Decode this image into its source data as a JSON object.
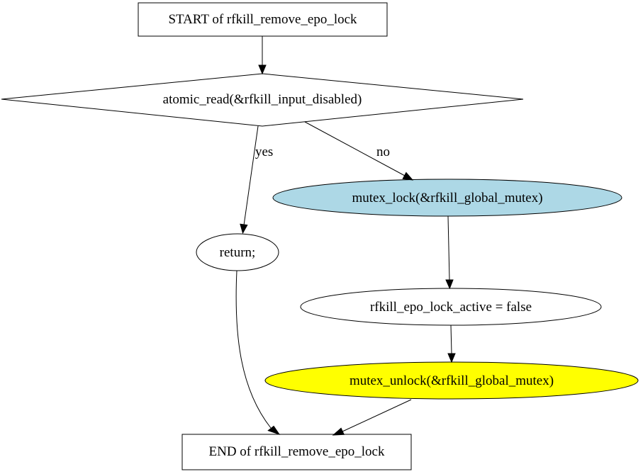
{
  "diagram": {
    "nodes": {
      "start": {
        "label": "START of rfkill_remove_epo_lock",
        "shape": "box"
      },
      "cond": {
        "label": "atomic_read(&rfkill_input_disabled)",
        "shape": "diamond"
      },
      "lock": {
        "label": "mutex_lock(&rfkill_global_mutex)",
        "shape": "ellipse",
        "fill": "#add8e6"
      },
      "ret": {
        "label": "return;",
        "shape": "ellipse"
      },
      "assign": {
        "label": "rfkill_epo_lock_active = false",
        "shape": "ellipse"
      },
      "unlock": {
        "label": "mutex_unlock(&rfkill_global_mutex)",
        "shape": "ellipse",
        "fill": "#ffff00"
      },
      "end": {
        "label": "END of rfkill_remove_epo_lock",
        "shape": "box"
      }
    },
    "edges": {
      "yes": {
        "from": "cond",
        "to": "ret",
        "label": "yes"
      },
      "no": {
        "from": "cond",
        "to": "lock",
        "label": "no"
      }
    }
  }
}
